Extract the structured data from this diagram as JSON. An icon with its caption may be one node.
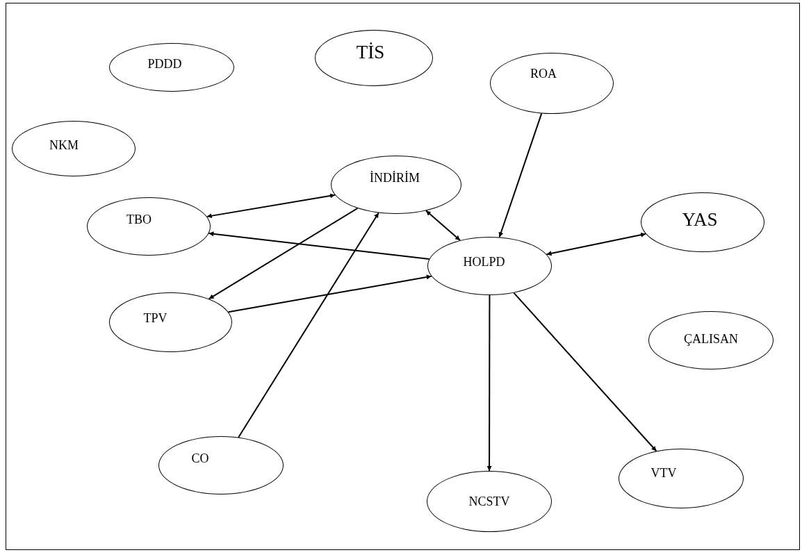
{
  "diagram": {
    "nodes": [
      {
        "text": [
          "PDDD"
        ]
      },
      {
        "text": [
          "TİS"
        ]
      },
      {
        "text": [
          "ROA"
        ]
      },
      {
        "text": [
          "NKM"
        ]
      },
      {
        "text": [
          "İNDİRİM"
        ]
      },
      {
        "text": [
          "TBO"
        ]
      },
      {
        "text": [
          "YAS"
        ]
      },
      {
        "text": [
          "HOLPD"
        ]
      },
      {
        "text": [
          "TPV"
        ]
      },
      {
        "text": [
          "ÇALISAN"
        ]
      },
      {
        "text": [
          "CO"
        ]
      },
      {
        "text": [
          "NCSTV"
        ]
      },
      {
        "text": [
          "VTV"
        ]
      }
    ],
    "edges": [
      {
        "from": 5,
        "to": 4,
        "arrow": "both"
      },
      {
        "from": 4,
        "to": 8,
        "arrow": "to"
      },
      {
        "from": 10,
        "to": 4,
        "arrow": "to"
      },
      {
        "from": 4,
        "to": 7,
        "arrow": "both"
      },
      {
        "from": 7,
        "to": 5,
        "arrow": "to"
      },
      {
        "from": 8,
        "to": 7,
        "arrow": "to"
      },
      {
        "from": 2,
        "to": 7,
        "arrow": "to"
      },
      {
        "from": 7,
        "to": 6,
        "arrow": "both"
      },
      {
        "from": 7,
        "to": 11,
        "arrow": "to"
      },
      {
        "from": 7,
        "to": 12,
        "arrow": "to"
      }
    ]
  }
}
